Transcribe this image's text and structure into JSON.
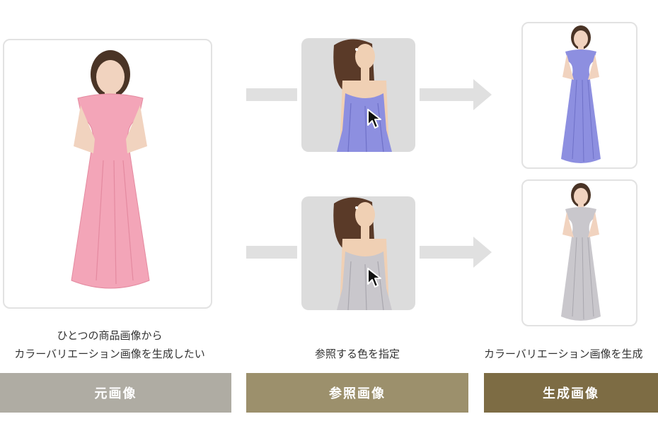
{
  "captions": {
    "original_line1": "ひとつの商品画像から",
    "original_line2": "カラーバリエーション画像を生成したい",
    "reference": "参照する色を指定",
    "generated": "カラーバリエーション画像を生成"
  },
  "labels": {
    "original": "元画像",
    "reference": "参照画像",
    "generated": "生成画像"
  },
  "colors": {
    "label_original": "#afaca3",
    "label_reference": "#9c906c",
    "label_generated": "#7d6c44",
    "dress_pink": "#f3a5b8",
    "dress_blue": "#8d8fe0",
    "dress_gray": "#c9c7cc"
  },
  "icons": {
    "cursor": "mouse-pointer-icon"
  }
}
